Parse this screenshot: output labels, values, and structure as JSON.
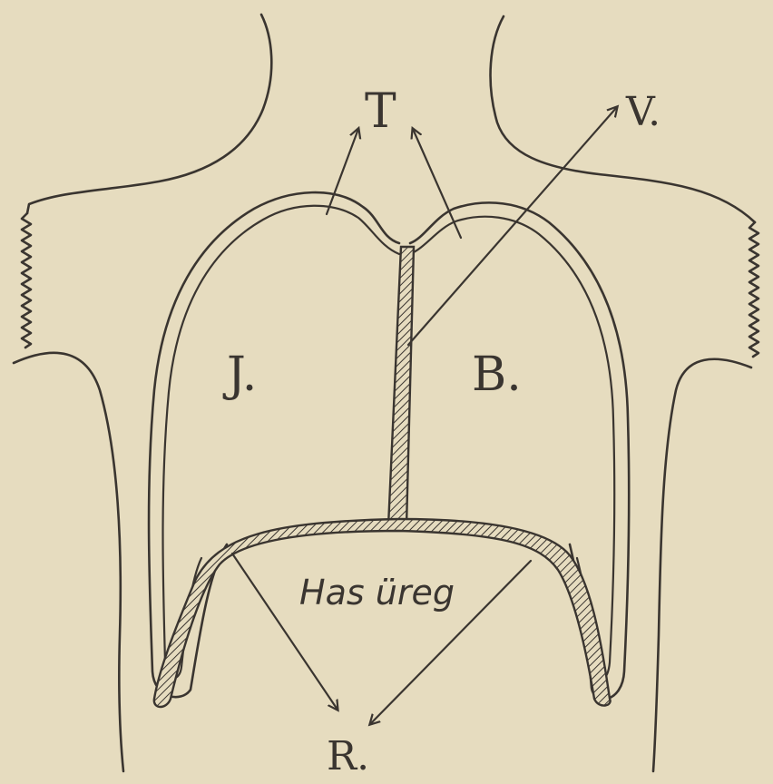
{
  "diagram": {
    "labels": {
      "top": "T",
      "right_arrow": "V.",
      "left_cavity": "J.",
      "right_cavity": "B.",
      "abdomen": "Has üreg",
      "bottom": "R."
    }
  }
}
